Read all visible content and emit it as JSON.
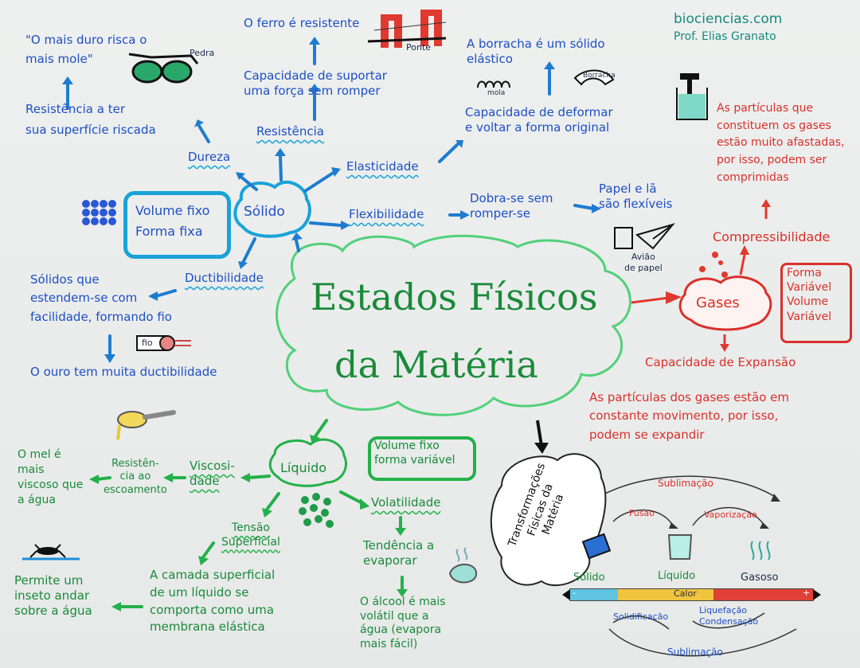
{
  "credit": {
    "site": "biociencias.com",
    "author": "Prof. Elias Granato"
  },
  "center": {
    "title_line1": "Estados Físicos",
    "title_line2": "da Matéria"
  },
  "solid": {
    "label": "Sólido",
    "props": "Volume fixo\nForma fixa",
    "dureza": {
      "label": "Dureza",
      "desc": "Resistência a ter\nsua superfície riscada",
      "quote": "\"O mais duro risca o\nmais mole\"",
      "glasses_caption": "Pedra"
    },
    "resistencia": {
      "label": "Resistência",
      "desc": "Capacidade de suportar\numa força sem romper",
      "example": "O ferro é resistente",
      "bridge_caption": "Ponte"
    },
    "elasticidade": {
      "label": "Elasticidade",
      "desc": "Capacidade de deformar\ne voltar a forma original",
      "example": "A borracha é um sólido\nelástico",
      "spring_caption": "mola",
      "rubber_caption": "Borracha"
    },
    "flexibilidade": {
      "label": "Flexibilidade",
      "desc": "Dobra-se sem\nromper-se",
      "example": "Papel e lã\nsão flexíveis",
      "plane_caption": "Avião\nde papel"
    },
    "ductibilidade": {
      "label": "Ductibilidade",
      "desc": "Sólidos que\nestendem-se com\nfacilidade, formando fio",
      "wire_caption": "fio",
      "example": "O ouro tem muita ductibilidade"
    }
  },
  "gas": {
    "label": "Gases",
    "props": "Forma\nVariável\nVolume\nVariável",
    "compress": {
      "label": "Compressibilidade",
      "desc": "As partículas que\nconstituem os gases\nestão muito afastadas,\npor isso, podem ser\ncomprimidas"
    },
    "expansion": {
      "label": "Capacidade de Expansão",
      "desc": "As partículas dos gases estão em\nconstante movimento, por isso,\npodem se expandir"
    }
  },
  "liquid": {
    "label": "Líquido",
    "props": "Volume fixo\nforma variável",
    "viscosidade": {
      "label": "Viscosi-\ndade",
      "desc": "Resistên-\ncia ao\nescoamento",
      "example": "O mel é\nmais\nviscoso que\na água"
    },
    "volatilidade": {
      "label": "Volatilidade",
      "desc": "Tendência a\nevaporar",
      "example": "O álcool é mais\nvolátil que a\nágua (evapora\nmais fácil)"
    },
    "tensao": {
      "label": "Tensão\nSuperficial",
      "desc": "A camada superficial\nde um líquido se\ncomporta como uma\nmembrana elástica",
      "example": "Permite um\ninseto andar\nsobre a água"
    }
  },
  "transformations": {
    "label": "Transformações\nFísicas da\nMatéria",
    "states": [
      "Sólido",
      "Líquido",
      "Gasoso"
    ],
    "heat_label": "Calor",
    "top_arrows": [
      "Fusão",
      "Vaporização"
    ],
    "bottom_arrows": [
      "Solidificação",
      "Liquefação\nCondensação"
    ],
    "sublimacao_top": "Sublimação",
    "sublimacao_bottom": "Sublimação",
    "minus": "-",
    "plus": "+"
  },
  "colors": {
    "blue": "#1e4fc4",
    "cyan": "#19a3d8",
    "green": "#24b04a",
    "red": "#d9302a",
    "teal": "#168a7a"
  }
}
